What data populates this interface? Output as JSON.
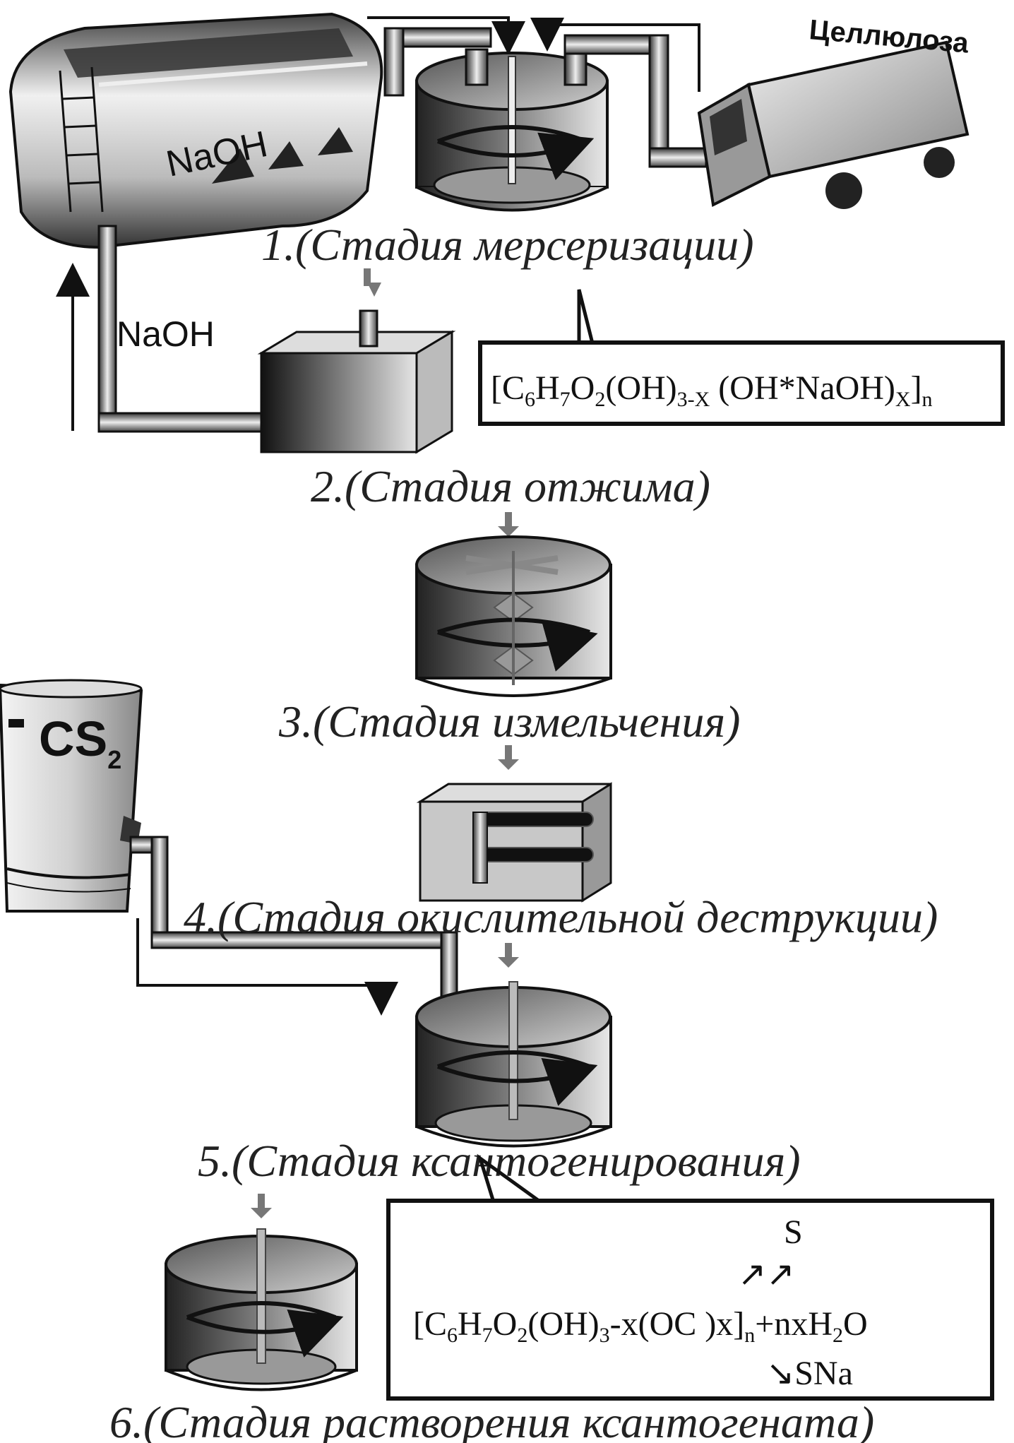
{
  "labels": {
    "naoh_tank": "NaOH",
    "naoh_return": "NaOH",
    "cellulose": "Целлюлоза",
    "cs2": "CS",
    "cs2_sub": "2"
  },
  "stages": [
    "1.(Стадия мерсеризации)",
    "2.(Стадия отжима)",
    "3.(Стадия измельчения)",
    "4.(Стадия окислительной деструкции)",
    "5.(Стадия ксантогенирования)",
    "6.(Стадия растворения ксантогената)"
  ],
  "formula1": {
    "p1": "[C",
    "s1": "6",
    "p2": "H",
    "s2": "7",
    "p3": "O",
    "s3": "2",
    "p4": "(OH)",
    "s4": "3-X",
    "p5": " (OH*NaOH)",
    "s5": "X",
    "p6": "]",
    "s6": "n"
  },
  "formula2": {
    "top": "S",
    "arrows": "↗↗",
    "p1": "[C",
    "s1": "6",
    "p2": "H",
    "s2": "7",
    "p3": "O",
    "s3": "2",
    "p4": "(OH)",
    "s4": "3",
    "p5": "-x(OC )x]",
    "s5": "n",
    "p6": "+nxH",
    "s6": "2",
    "p7": "O",
    "bottom": "↘SNa"
  }
}
